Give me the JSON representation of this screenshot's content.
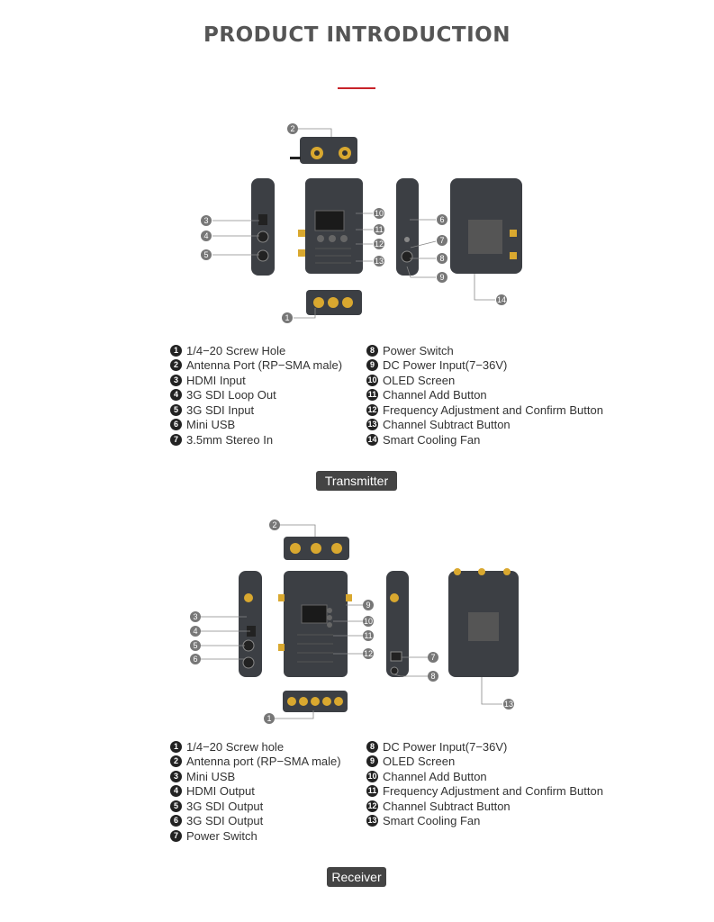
{
  "page_title": "PRODUCT INTRODUCTION",
  "colors": {
    "accent": "#c8232a",
    "device_body": "#3c3f44",
    "connector": "#d9a82f",
    "callout": "#777777",
    "pill": "#444444"
  },
  "transmitter": {
    "label": "Transmitter",
    "callouts": [
      "1",
      "2",
      "3",
      "4",
      "5",
      "6",
      "7",
      "8",
      "9",
      "10",
      "11",
      "12",
      "13",
      "14"
    ],
    "legend_left": [
      {
        "n": "1",
        "text": "1/4−20 Screw Hole"
      },
      {
        "n": "2",
        "text": "Antenna Port (RP−SMA male)"
      },
      {
        "n": "3",
        "text": "HDMI Input"
      },
      {
        "n": "4",
        "text": "3G SDI Loop Out"
      },
      {
        "n": "5",
        "text": "3G SDI Input"
      },
      {
        "n": "6",
        "text": "Mini USB"
      },
      {
        "n": "7",
        "text": "3.5mm Stereo In"
      }
    ],
    "legend_right": [
      {
        "n": "8",
        "text": "Power Switch"
      },
      {
        "n": "9",
        "text": "DC Power Input(7−36V)"
      },
      {
        "n": "10",
        "text": "OLED Screen"
      },
      {
        "n": "11",
        "text": "Channel Add Button"
      },
      {
        "n": "12",
        "text": "Frequency Adjustment and Confirm Button"
      },
      {
        "n": "13",
        "text": "Channel Subtract Button"
      },
      {
        "n": "14",
        "text": "Smart Cooling Fan"
      }
    ]
  },
  "receiver": {
    "label": "Receiver",
    "callouts": [
      "1",
      "2",
      "3",
      "4",
      "5",
      "6",
      "7",
      "8",
      "9",
      "10",
      "11",
      "12",
      "13"
    ],
    "legend_left": [
      {
        "n": "1",
        "text": "1/4−20 Screw hole"
      },
      {
        "n": "2",
        "text": "Antenna port (RP−SMA male)"
      },
      {
        "n": "3",
        "text": "Mini USB"
      },
      {
        "n": "4",
        "text": "HDMI Output"
      },
      {
        "n": "5",
        "text": "3G SDI Output"
      },
      {
        "n": "6",
        "text": "3G SDI Output"
      },
      {
        "n": "7",
        "text": "Power Switch"
      }
    ],
    "legend_right": [
      {
        "n": "8",
        "text": "DC Power Input(7−36V)"
      },
      {
        "n": "9",
        "text": "OLED Screen"
      },
      {
        "n": "10",
        "text": "Channel Add Button"
      },
      {
        "n": "11",
        "text": "Frequency Adjustment and Confirm Button"
      },
      {
        "n": "12",
        "text": "Channel Subtract Button"
      },
      {
        "n": "13",
        "text": "Smart Cooling Fan"
      }
    ]
  }
}
